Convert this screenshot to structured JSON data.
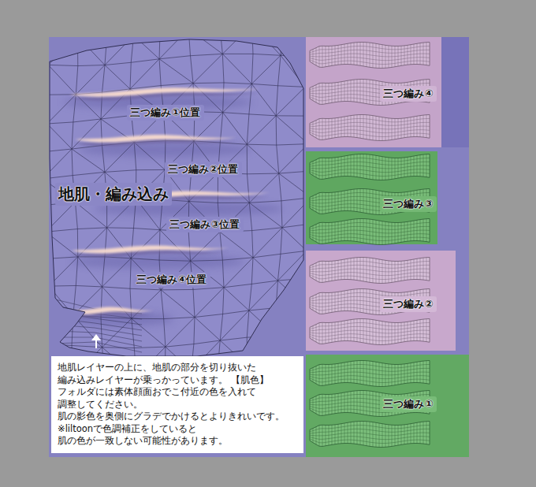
{
  "diagram": {
    "nodes": [
      {
        "text": [
          "地肌・編み込み"
        ]
      },
      {
        "text": [
          "地肌レイヤーの上に、地肌の部分を切り抜いた 編み込みレイヤーが乗っかっています。 【肌色】フォルダには素体顔面おでこ付近の色を入れて 調整してください。 肌の影色を奥側にグラデでかけるとよりきれいです。 ※liltoonで色調補正をしていると 肌の色が一致しない可能性があります。"
        ],
        "in": 0
      },
      {
        "text": [
          "三つ編み④"
        ]
      },
      {
        "text": [
          "三つ編み③"
        ]
      },
      {
        "text": [
          "三つ編み②"
        ]
      },
      {
        "text": [
          "三つ編み①"
        ]
      }
    ],
    "labels": [
      "三つ編み①位置",
      "三つ編み②位置",
      "三つ編み③位置",
      "三つ編み④位置"
    ]
  }
}
